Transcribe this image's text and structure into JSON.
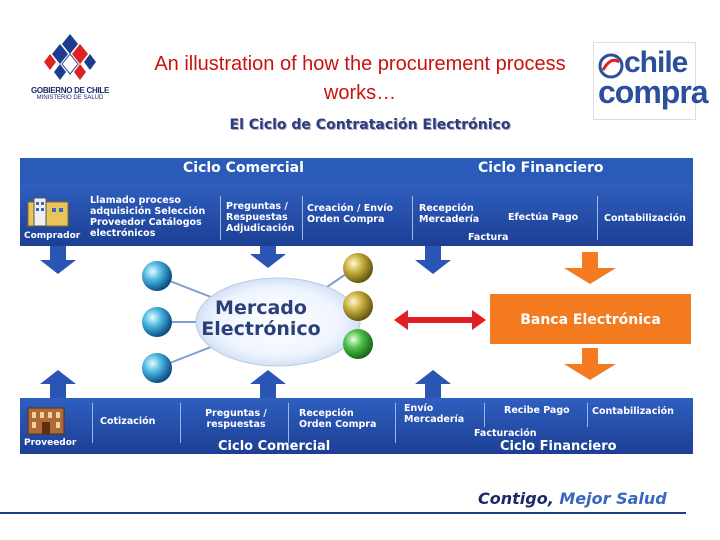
{
  "header": {
    "gov_logo_text": "GOBIERNO DE CHILE",
    "gov_logo_subtext": "MINISTERIO DE SALUD",
    "title": "An illustration of how the procurement process works…",
    "chilecompra_logo_line1": "chile",
    "chilecompra_logo_line2": "compra"
  },
  "diagram": {
    "title": "El Ciclo de Contratación Electrónico",
    "top_band": {
      "cycle_commercial": "Ciclo Comercial",
      "cycle_financial": "Ciclo Financiero",
      "actor": "Comprador",
      "steps": [
        "Llamado proceso adquisición Selección Proveedor Catálogos electrónicos",
        "Preguntas / Respuestas Adjudicación",
        "Creación / Envío Orden Compra",
        "Recepción Mercadería",
        "Efectúa Pago",
        "Contabilización"
      ],
      "invoice": "Factura"
    },
    "center": {
      "market": "Mercado Electrónico",
      "bank": "Banca Electrónica"
    },
    "bottom_band": {
      "actor": "Proveedor",
      "steps": [
        "Cotización",
        "Preguntas / respuestas",
        "Recepción Orden Compra",
        "Envío Mercadería",
        "Recibe Pago",
        "Contabilización"
      ],
      "invoice": "Facturación",
      "cycle_commercial": "Ciclo Comercial",
      "cycle_financial": "Ciclo Financiero"
    }
  },
  "footer": {
    "slogan_part1": "Contigo, ",
    "slogan_part2": "Mejor Salud"
  },
  "colors": {
    "title_red": "#cc1111",
    "band_blue": "#2b5bb9",
    "bank_orange": "#f47a20",
    "arrow_red": "#e02020"
  }
}
